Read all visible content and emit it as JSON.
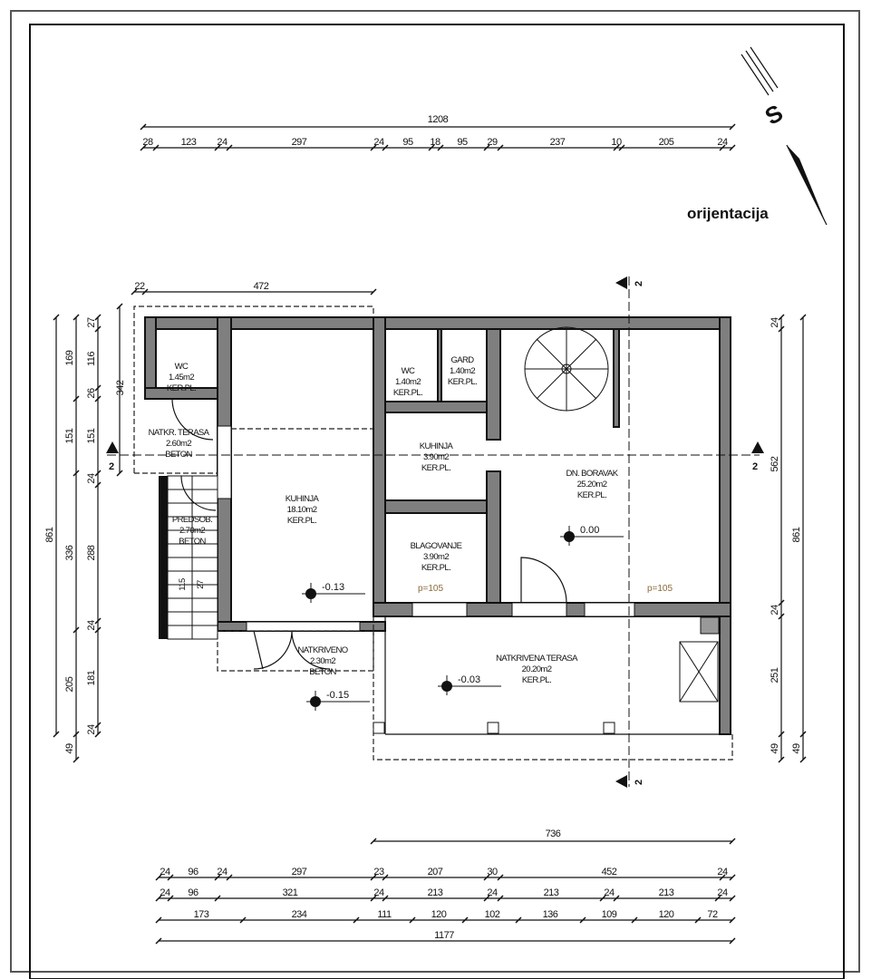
{
  "orientation": {
    "north_letter": "S",
    "label": "orijentacija"
  },
  "top_dims": {
    "overall": "1208",
    "segments": [
      "28",
      "123",
      "24",
      "297",
      "24",
      "95",
      "18",
      "95",
      "29",
      "237",
      "10",
      "205",
      "24"
    ]
  },
  "left_annex_dims": {
    "width": "472",
    "offset": "22",
    "depth": "342"
  },
  "bottom_dims": {
    "terrace": "736",
    "row1": [
      "24",
      "96",
      "24",
      "297",
      "23",
      "207",
      "30",
      "452",
      "24"
    ],
    "row2": [
      "24",
      "96",
      "321",
      "24",
      "213",
      "24",
      "213",
      "24",
      "213",
      "24"
    ],
    "row3": [
      "173",
      "234",
      "111",
      "120",
      "102",
      "136",
      "109",
      "120",
      "72"
    ],
    "overall": "1177"
  },
  "left_dims": {
    "inner": [
      "27",
      "116",
      "26",
      "151",
      "24",
      "288",
      "24",
      "181",
      "24"
    ],
    "middle": [
      "169",
      "151",
      "336",
      "205",
      "49"
    ],
    "outer": "861"
  },
  "right_dims": {
    "inner": [
      "24",
      "562",
      "24",
      "251",
      "49"
    ],
    "outer": [
      "861",
      "49"
    ]
  },
  "section_markers": {
    "label": "2"
  },
  "rooms": [
    {
      "name": "WC",
      "area": "1.45m2",
      "floor": "KER.PL."
    },
    {
      "name": "NATKR. TERASA",
      "area": "2.60m2",
      "floor": "BETON"
    },
    {
      "name": "PREDSOB.",
      "area": "2.70m2",
      "floor": "BETON"
    },
    {
      "name": "KUHINJA",
      "area": "18.10m2",
      "floor": "KER.PL."
    },
    {
      "name": "WC",
      "area": "1.40m2",
      "floor": "KER.PL."
    },
    {
      "name": "GARD",
      "area": "1.40m2",
      "floor": "KER.PL."
    },
    {
      "name": "KUHINJA",
      "area": "3.90m2",
      "floor": "KER.PL."
    },
    {
      "name": "BLAGOVANJE",
      "area": "3.90m2",
      "floor": "KER.PL."
    },
    {
      "name": "DN. BORAVAK",
      "area": "25.20m2",
      "floor": "KER.PL."
    },
    {
      "name": "NATKRIVENO",
      "area": "2.30m2",
      "floor": "BETON"
    },
    {
      "name": "NATKRIVENA TERASA",
      "area": "20.20m2",
      "floor": "KER.PL."
    }
  ],
  "levels": [
    "-0.13",
    "0.00",
    "-0.03",
    "-0.15"
  ],
  "parapets": [
    "p=105",
    "p=105"
  ],
  "stair_dims": [
    "115",
    "27"
  ]
}
